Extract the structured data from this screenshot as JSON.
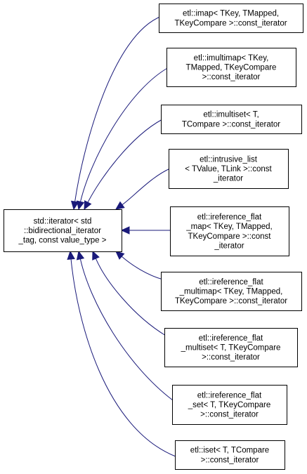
{
  "base": {
    "lines": [
      "std::iterator< std",
      "::bidirectional_iterator",
      "_tag, const value_type >"
    ]
  },
  "derived": [
    {
      "lines": [
        "etl::imap< TKey, TMapped,",
        "TKeyCompare >::const_iterator"
      ]
    },
    {
      "lines": [
        "etl::imultimap< TKey,",
        "TMapped, TKeyCompare",
        ">::const_iterator"
      ]
    },
    {
      "lines": [
        "etl::imultiset< T,",
        "TCompare >::const_iterator"
      ]
    },
    {
      "lines": [
        "etl::intrusive_list",
        "< TValue, TLink >::const",
        "_iterator"
      ]
    },
    {
      "lines": [
        "etl::ireference_flat",
        "_map< TKey, TMapped,",
        "TKeyCompare >::const",
        "_iterator"
      ]
    },
    {
      "lines": [
        "etl::ireference_flat",
        "_multimap< TKey, TMapped,",
        "TKeyCompare >::const_iterator"
      ]
    },
    {
      "lines": [
        "etl::ireference_flat",
        "_multiset< T, TKeyCompare",
        ">::const_iterator"
      ]
    },
    {
      "lines": [
        "etl::ireference_flat",
        "_set< T, TKeyCompare",
        ">::const_iterator"
      ]
    },
    {
      "lines": [
        "etl::iset< T, TCompare",
        ">::const_iterator"
      ]
    }
  ],
  "colors": {
    "edge": "#1a1a7a",
    "border": "#000000",
    "background": "#ffffff"
  }
}
